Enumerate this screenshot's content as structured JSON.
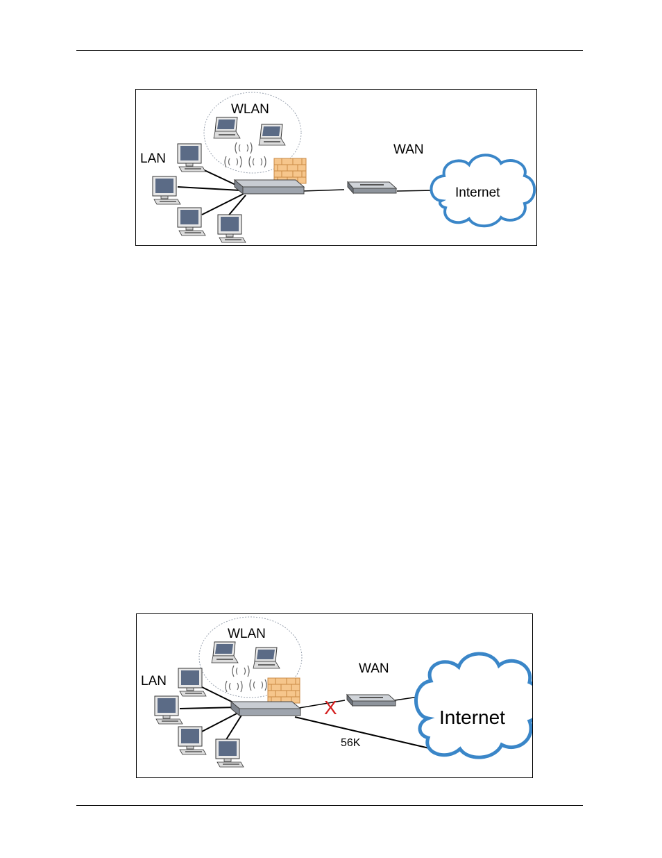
{
  "figure1": {
    "labels": {
      "wlan": "WLAN",
      "lan": "LAN",
      "wan": "WAN",
      "internet": "Internet"
    }
  },
  "figure2": {
    "labels": {
      "wlan": "WLAN",
      "lan": "LAN",
      "wan": "WAN",
      "internet": "Internet",
      "dialup": "56K",
      "failure_mark": "X"
    }
  },
  "colors": {
    "cloud_stroke": "#3a86c8",
    "firewall_fill": "#f6c68c",
    "failure_mark": "#d42020",
    "monitor_screen": "#5b6b86"
  }
}
